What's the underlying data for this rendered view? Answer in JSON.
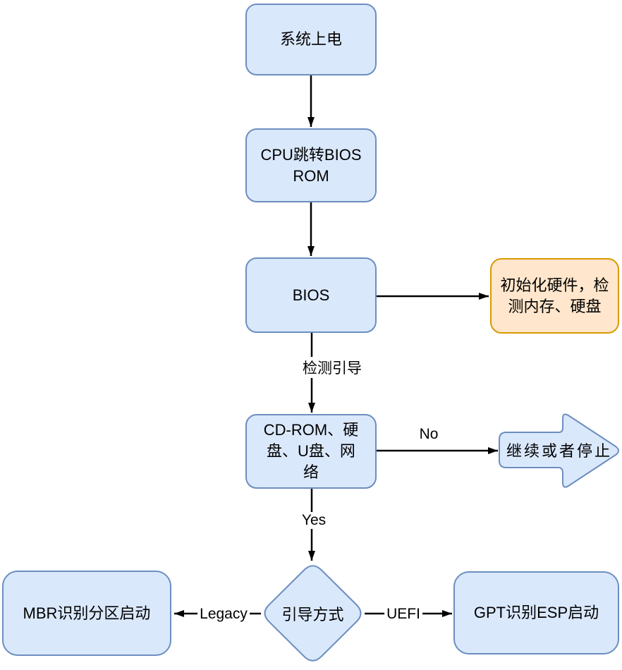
{
  "diagram": {
    "title": "BIOS/UEFI boot flowchart",
    "colors": {
      "node_fill": "#dae8fc",
      "node_border": "#6c8ebf",
      "note_fill": "#ffe6cc",
      "note_border": "#d79b00",
      "edge": "#000000",
      "background": "#ffffff"
    },
    "nodes": {
      "power_on": "系统上电",
      "cpu_jump": "CPU跳转BIOS ROM",
      "bios": "BIOS",
      "init_hw": "初始化硬件，检测内存、硬盘",
      "boot_devices": "CD-ROM、硬盘、U盘、网络",
      "continue_stop": "继续或者停止",
      "boot_mode": "引导方式",
      "mbr": "MBR识别分区启动",
      "gpt": "GPT识别ESP启动"
    },
    "edge_labels": {
      "detect_boot": "检测引导",
      "no": "No",
      "yes": "Yes",
      "legacy": "Legacy",
      "uefi": "UEFI"
    }
  }
}
